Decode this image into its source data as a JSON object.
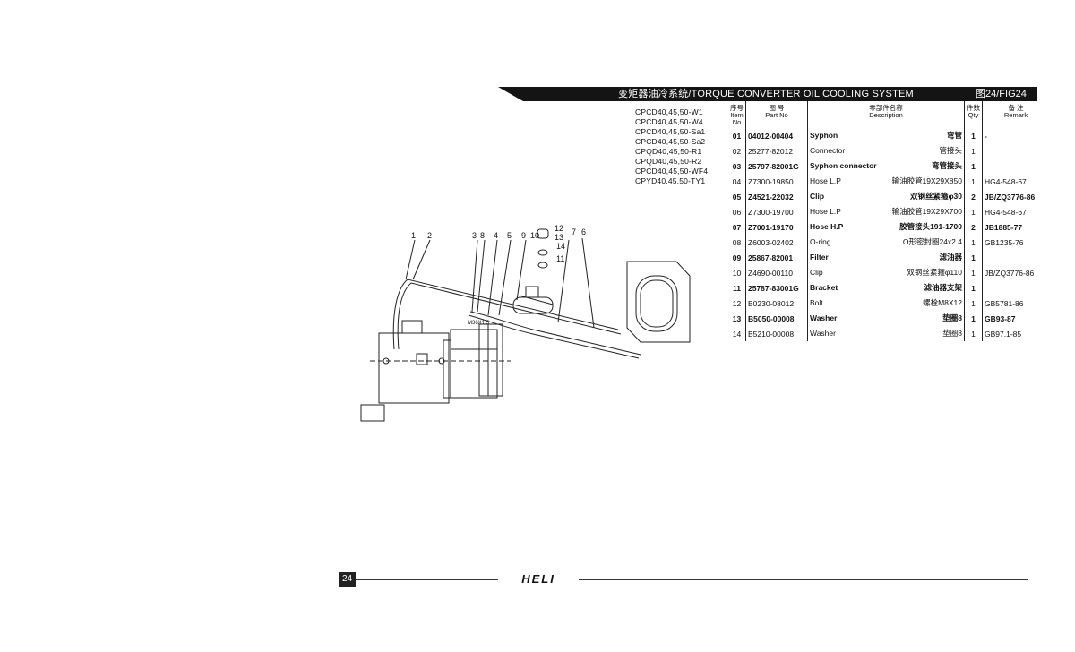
{
  "header": {
    "title": "变矩器油冷系统/TORQUE CONVERTER OIL COOLING SYSTEM",
    "figure": "图24/FIG24"
  },
  "models": [
    "CPCD40,45,50-W1",
    "CPCD40,45,50-W4",
    "CPCD40,45,50-Sa1",
    "CPCD40,45,50-Sa2",
    "CPQD40,45,50-R1",
    "CPQD40,45,50-R2",
    "CPCD40,45,50-WF4",
    "CPYD40,45,50-TY1"
  ],
  "table": {
    "headers": {
      "item_cn": "序号",
      "item_en1": "Item",
      "item_en2": "No",
      "part_cn": "图 号",
      "part_en": "Part No",
      "desc_cn": "零部件名称",
      "desc_en": "Description",
      "qty_cn": "件数",
      "qty_en": "Qty",
      "remark_cn": "备 注",
      "remark_en": "Remark"
    },
    "rows": [
      {
        "item": "01",
        "part": "04012-00404",
        "desc": "Syphon",
        "cn": "弯管",
        "qty": "1",
        "remark": "-",
        "bold": true
      },
      {
        "item": "02",
        "part": "25277-82012",
        "desc": "Connector",
        "cn": "管接头",
        "qty": "1",
        "remark": "",
        "bold": false
      },
      {
        "item": "03",
        "part": "25797-82001G",
        "desc": "Syphon connector",
        "cn": "弯管接头",
        "qty": "1",
        "remark": "",
        "bold": true
      },
      {
        "item": "04",
        "part": "Z7300-19850",
        "desc": "Hose L.P",
        "cn": "输油胶管19X29X850",
        "qty": "1",
        "remark": "HG4-548-67",
        "bold": false
      },
      {
        "item": "05",
        "part": "Z4521-22032",
        "desc": "Clip",
        "cn": "双钢丝紧箍φ30",
        "qty": "2",
        "remark": "JB/ZQ3776-86",
        "bold": true
      },
      {
        "item": "06",
        "part": "Z7300-19700",
        "desc": "Hose L.P",
        "cn": "输油胶管19X29X700",
        "qty": "1",
        "remark": "HG4-548-67",
        "bold": false
      },
      {
        "item": "07",
        "part": "Z7001-19170",
        "desc": "Hose H.P",
        "cn": "胶管接头191-1700",
        "qty": "2",
        "remark": "JB1885-77",
        "bold": true
      },
      {
        "item": "08",
        "part": "Z6003-02402",
        "desc": "O-ring",
        "cn": "O形密封圈24x2.4",
        "qty": "1",
        "remark": "GB1235-76",
        "bold": false
      },
      {
        "item": "09",
        "part": "25867-82001",
        "desc": "Filter",
        "cn": "滤油器",
        "qty": "1",
        "remark": "",
        "bold": true
      },
      {
        "item": "10",
        "part": "Z4690-00110",
        "desc": "Clip",
        "cn": "双钢丝紧箍φ110",
        "qty": "1",
        "remark": "JB/ZQ3776-86",
        "bold": false
      },
      {
        "item": "11",
        "part": "25787-83001G",
        "desc": "Bracket",
        "cn": "滤油器支架",
        "qty": "1",
        "remark": "",
        "bold": true
      },
      {
        "item": "12",
        "part": "B0230-08012",
        "desc": "Bolt",
        "cn": "螺栓M8X12",
        "qty": "1",
        "remark": "GB5781-86",
        "bold": false
      },
      {
        "item": "13",
        "part": "B5050-00008",
        "desc": "Washer",
        "cn": "垫圈8",
        "qty": "1",
        "remark": "GB93-87",
        "bold": true
      },
      {
        "item": "14",
        "part": "B5210-00008",
        "desc": "Washer",
        "cn": "垫圈8",
        "qty": "1",
        "remark": "GB97.1-85",
        "bold": false
      }
    ]
  },
  "drawing": {
    "callouts": [
      "1",
      "2",
      "3",
      "8",
      "4",
      "5",
      "9",
      "10",
      "12",
      "13",
      "14",
      "11",
      "7",
      "6"
    ],
    "thread_label": "M36X1.5"
  },
  "footer": {
    "page": "24",
    "brand": "HELI"
  }
}
